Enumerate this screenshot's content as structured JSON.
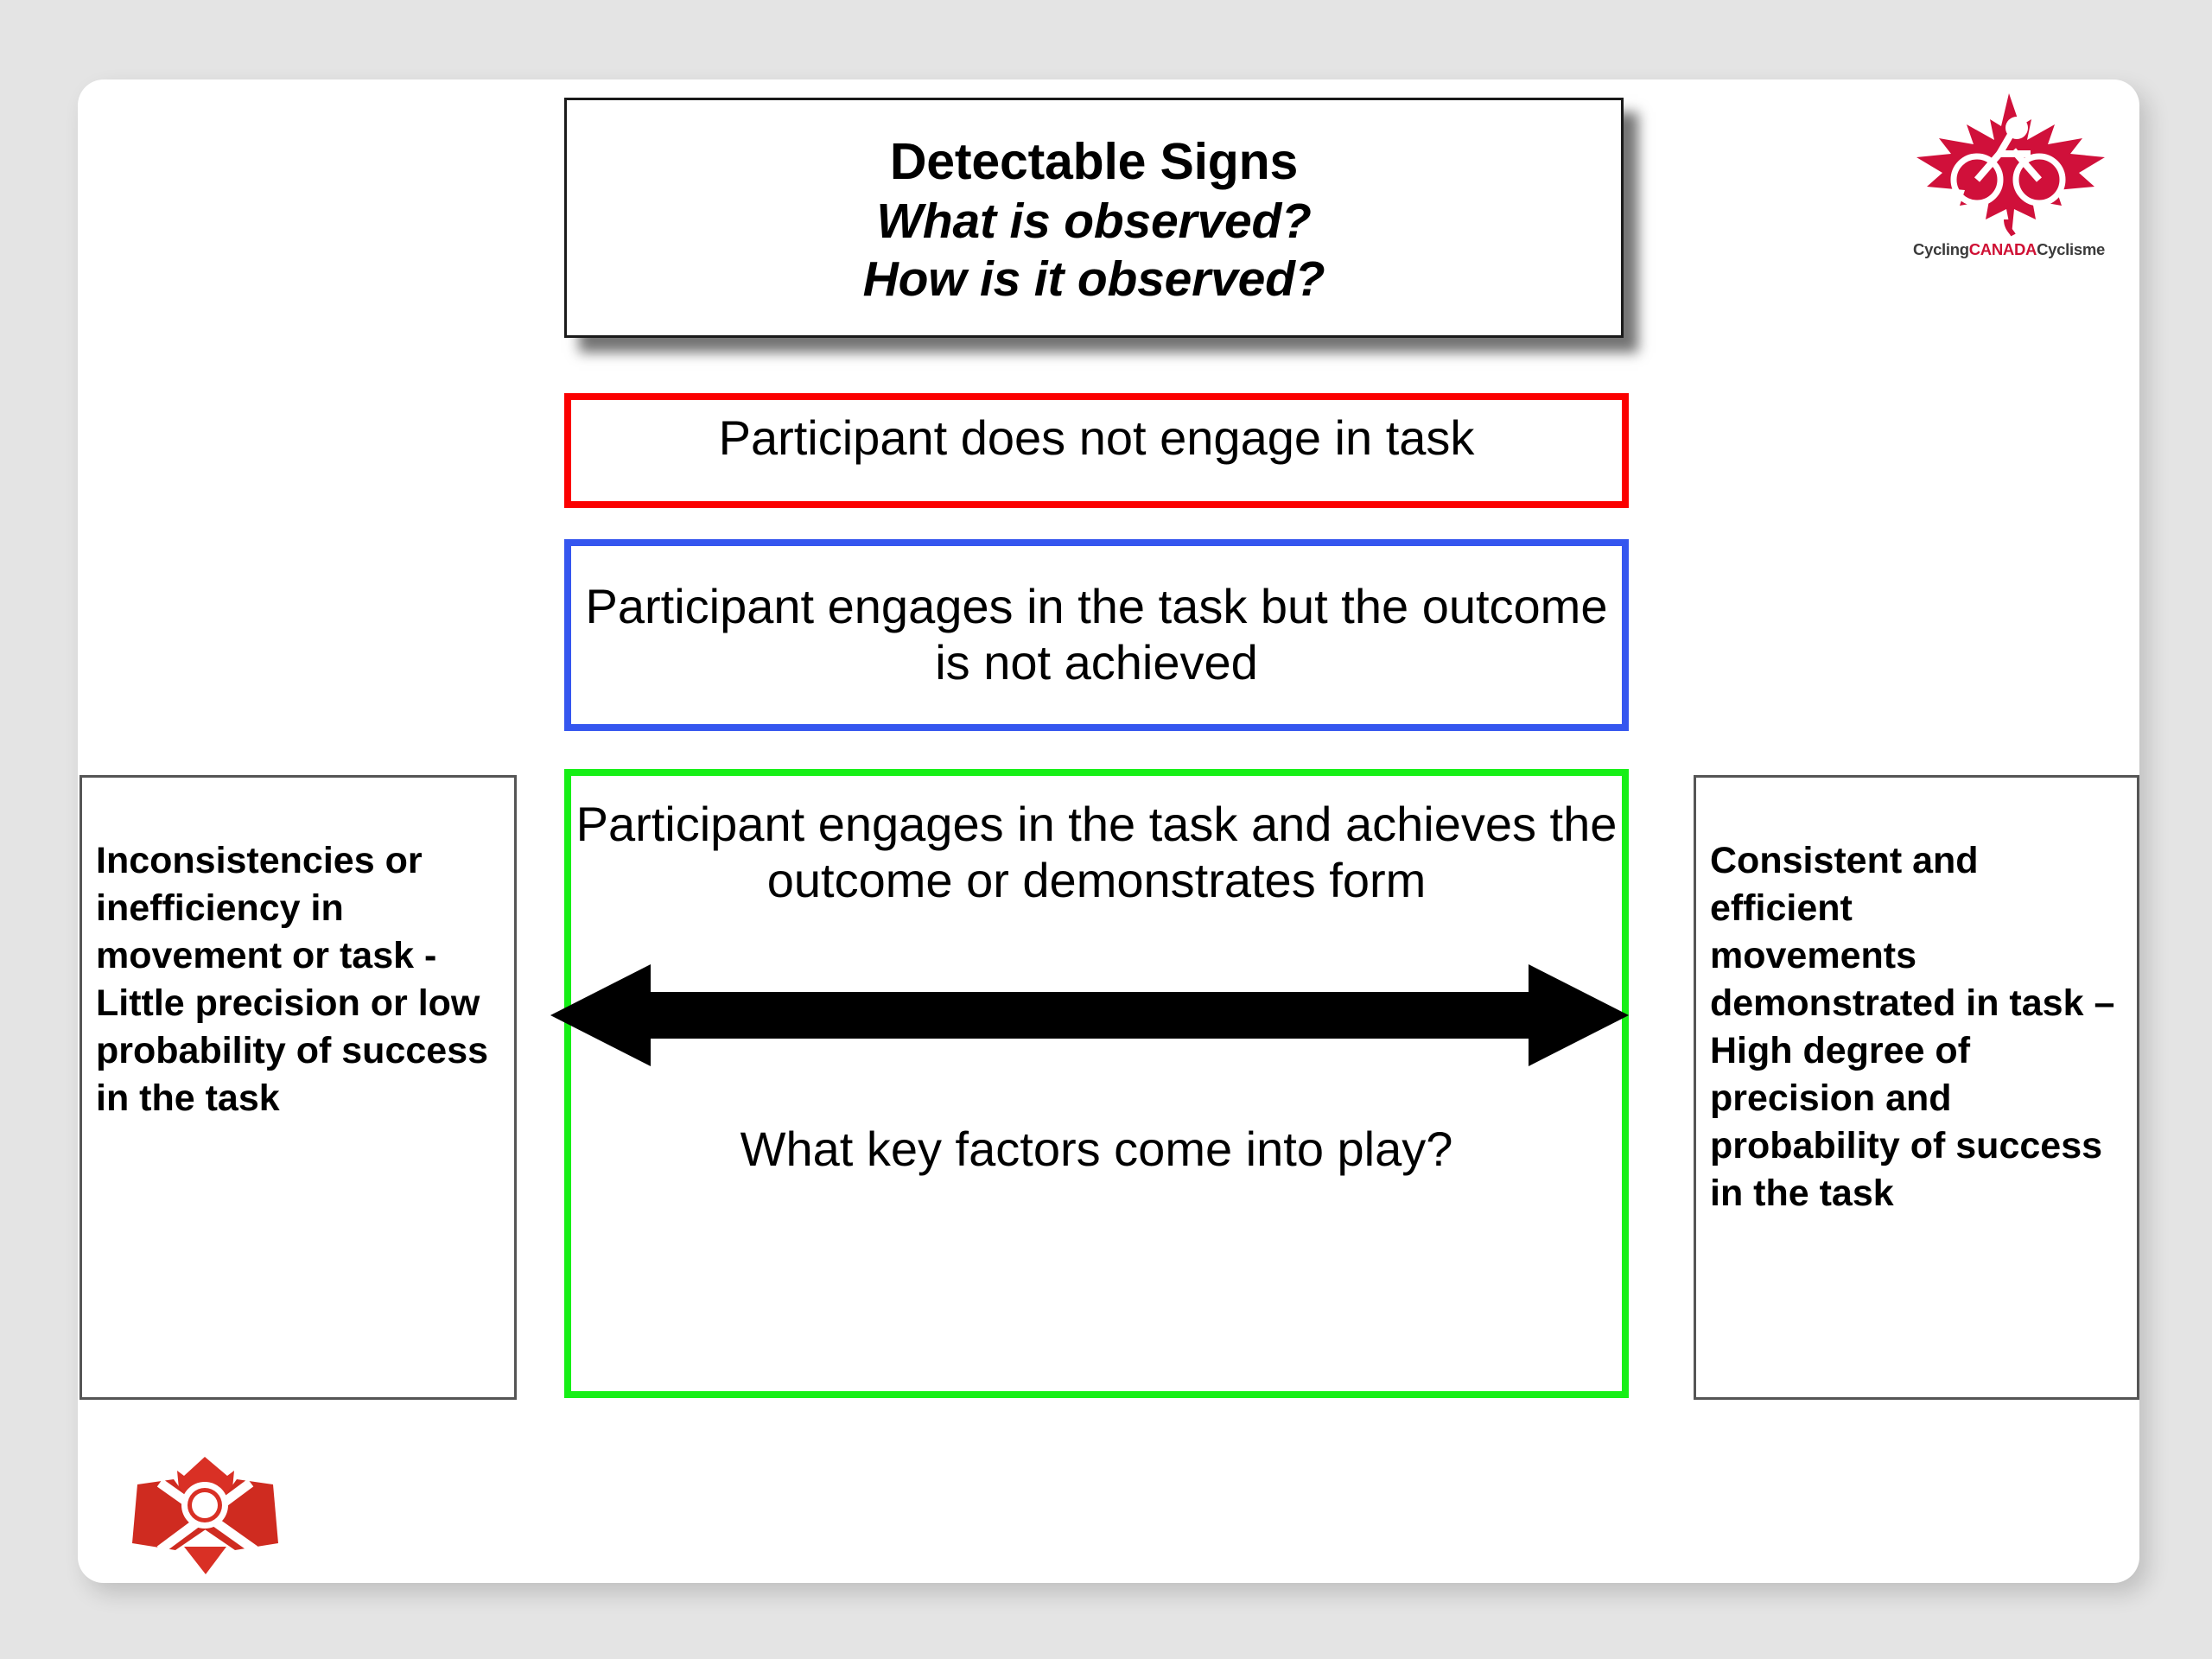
{
  "slide": {
    "title_box": {
      "line1": "Detectable Signs",
      "line2": "What is observed?",
      "line3": "How is it observed?"
    },
    "statements": {
      "red": {
        "text": "Participant does not engage in task",
        "border_color": "#fb0000"
      },
      "blue": {
        "text": "Participant engages in the task but the outcome is not achieved",
        "border_color": "#3556ef"
      },
      "green": {
        "heading": "Participant engages in the task and achieves the outcome or demonstrates form",
        "question": "What key factors come into play?",
        "border_color": "#16ef16"
      }
    },
    "side_boxes": {
      "left": {
        "text": "Inconsistencies or inefficiency in movement or task  - Little precision or low probability of success in the task"
      },
      "right": {
        "text": "Consistent and efficient\nmovements demonstrated in task – High degree of precision and probability of success in the task"
      }
    },
    "arrow": {
      "label": "double-headed-horizontal-arrow"
    }
  },
  "logos": {
    "cycling_canada": {
      "wordmark_part1": "Cycling",
      "wordmark_part2": "CANADA",
      "wordmark_part3": "Cyclisme",
      "leaf_color": "#d0103a",
      "accent_color": "#cf1034"
    },
    "coaching_association": {
      "leaf_color": "#d93025"
    }
  }
}
